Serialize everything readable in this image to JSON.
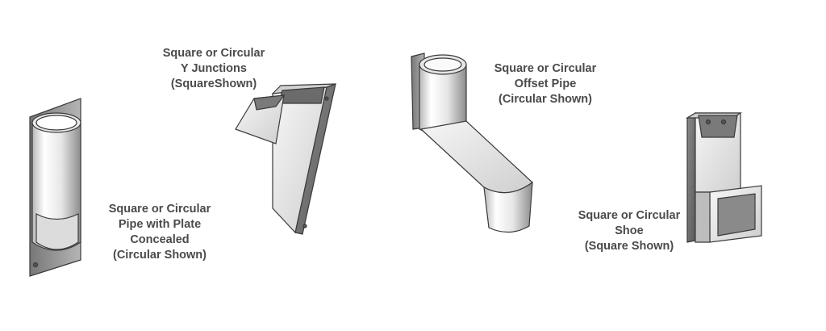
{
  "products": [
    {
      "lines": [
        "Square or Circular",
        "Pipe with Plate",
        "Concealed",
        "(Circular Shown)"
      ]
    },
    {
      "lines": [
        "Square or Circular",
        "Y Junctions",
        "(SquareShown)"
      ]
    },
    {
      "lines": [
        "Square or Circular",
        "Offset Pipe",
        "(Circular Shown)"
      ]
    },
    {
      "lines": [
        "Square or Circular",
        "Shoe",
        "(Square Shown)"
      ]
    }
  ],
  "colors": {
    "line": "#3a3a3a",
    "metal_light": "#f4f4f4",
    "metal_mid": "#d9d9d9",
    "metal_dark": "#9a9a9a",
    "caption": "#4a4a4a"
  }
}
